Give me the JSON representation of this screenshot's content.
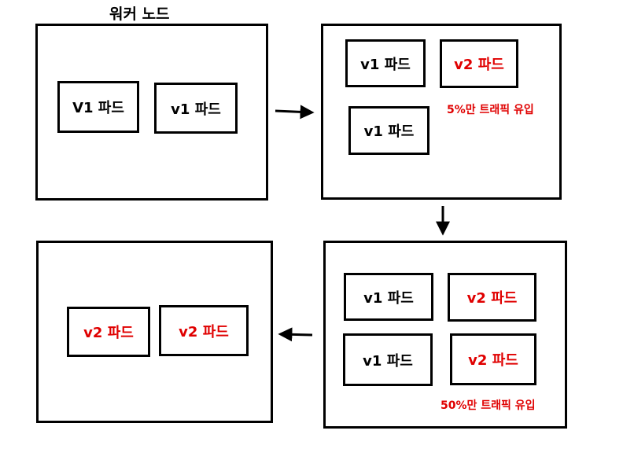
{
  "title": "워커 노드",
  "stages": [
    {
      "pods": [
        "V1 파드",
        "v1 파드"
      ]
    },
    {
      "pods": [
        "v1 파드",
        "v2 파드",
        "v1 파드"
      ],
      "traffic": "5%만 트래픽 유입"
    },
    {
      "pods": [
        "v1 파드",
        "v2 파드",
        "v1 파드",
        "v2 파드"
      ],
      "traffic": "50%만 트래픽 유입"
    },
    {
      "pods": [
        "v2 파드",
        "v2 파드"
      ]
    }
  ],
  "colors": {
    "v1_text": "#000000",
    "v2_text": "#e00000",
    "traffic_text": "#e00000",
    "border": "#000000"
  }
}
